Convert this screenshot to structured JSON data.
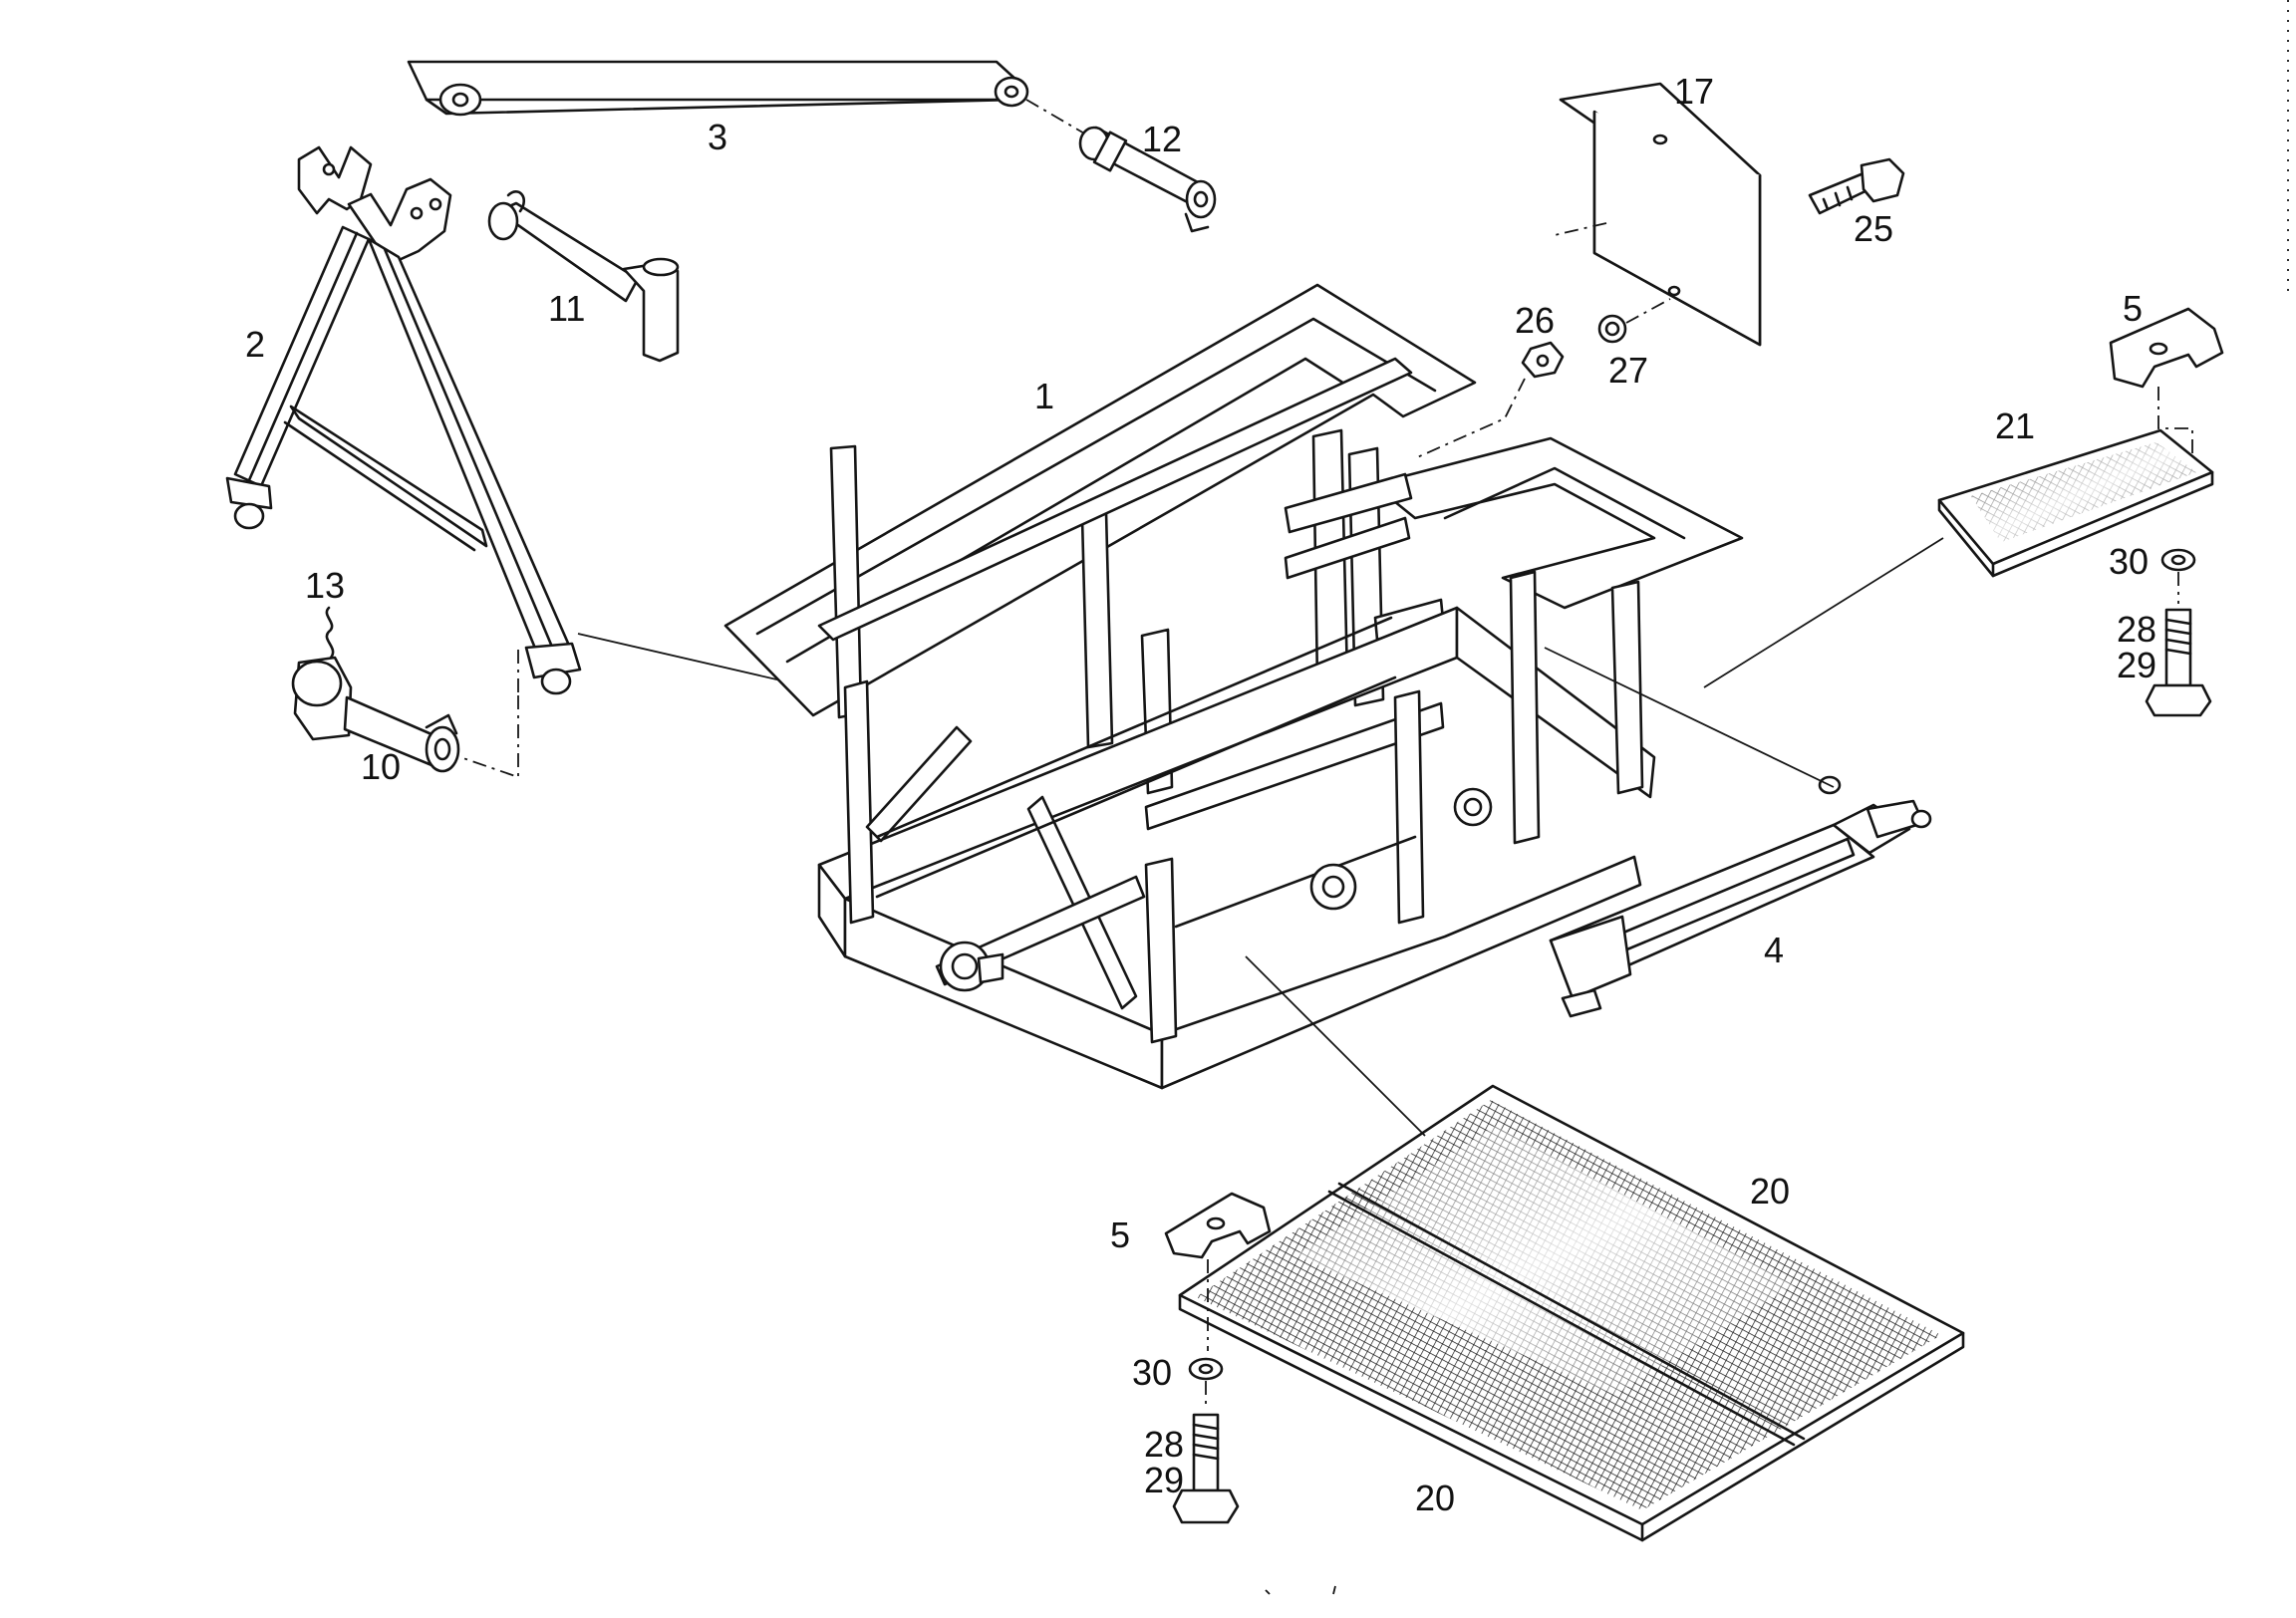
{
  "parts": [
    {
      "id": "frame",
      "label": "1"
    },
    {
      "id": "a-frame",
      "label": "2"
    },
    {
      "id": "top-bar",
      "label": "3"
    },
    {
      "id": "hydraulic-cylinder",
      "label": "4"
    },
    {
      "id": "clamp-right",
      "label": "5"
    },
    {
      "id": "clamp-bottom",
      "label": "5"
    },
    {
      "id": "pin-chain",
      "label": "10"
    },
    {
      "id": "pin-handle",
      "label": "11"
    },
    {
      "id": "pin-pivot",
      "label": "12"
    },
    {
      "id": "chain-clip",
      "label": "13"
    },
    {
      "id": "bracket-plate",
      "label": "17"
    },
    {
      "id": "floor-plate-right",
      "label": "20"
    },
    {
      "id": "floor-plate-left",
      "label": "20"
    },
    {
      "id": "step-plate",
      "label": "21"
    },
    {
      "id": "bolt-bracket",
      "label": "25"
    },
    {
      "id": "nut",
      "label": "26"
    },
    {
      "id": "washer-bracket",
      "label": "27"
    },
    {
      "id": "bolt-right-a",
      "label": "28"
    },
    {
      "id": "bolt-right-b",
      "label": "29"
    },
    {
      "id": "washer-right",
      "label": "30"
    },
    {
      "id": "bolt-bottom-a",
      "label": "28"
    },
    {
      "id": "bolt-bottom-b",
      "label": "29"
    },
    {
      "id": "washer-bottom",
      "label": "30"
    }
  ],
  "icons": {
    "frame": "basket-frame-icon",
    "a-frame": "a-frame-stand-icon",
    "cylinder": "hydraulic-cylinder-icon",
    "plate": "mesh-plate-icon",
    "bolt": "hex-bolt-icon",
    "nut": "hex-nut-icon",
    "washer": "washer-icon",
    "pin": "pin-icon"
  },
  "colors": {
    "ink": "#151515",
    "paper": "#ffffff"
  }
}
